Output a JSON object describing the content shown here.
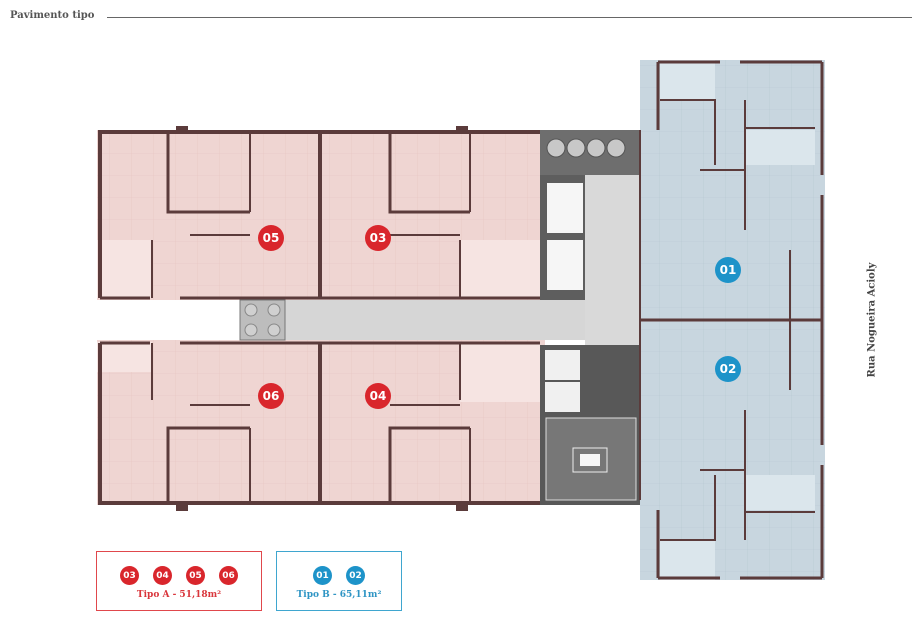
{
  "header": {
    "title": "Pavimento tipo"
  },
  "plan": {
    "units": [
      {
        "id": "05",
        "type": "A"
      },
      {
        "id": "03",
        "type": "A"
      },
      {
        "id": "06",
        "type": "A"
      },
      {
        "id": "04",
        "type": "A"
      },
      {
        "id": "01",
        "type": "B"
      },
      {
        "id": "02",
        "type": "B"
      }
    ],
    "street_label": "Rua Nogueira Acioly"
  },
  "legend": {
    "type_a": {
      "units": [
        "03",
        "04",
        "05",
        "06"
      ],
      "label": "Tipo A - 51,18m²",
      "color": "#d9262c"
    },
    "type_b": {
      "units": [
        "01",
        "02"
      ],
      "label": "Tipo B - 65,11m²",
      "color": "#1d93c9"
    }
  }
}
